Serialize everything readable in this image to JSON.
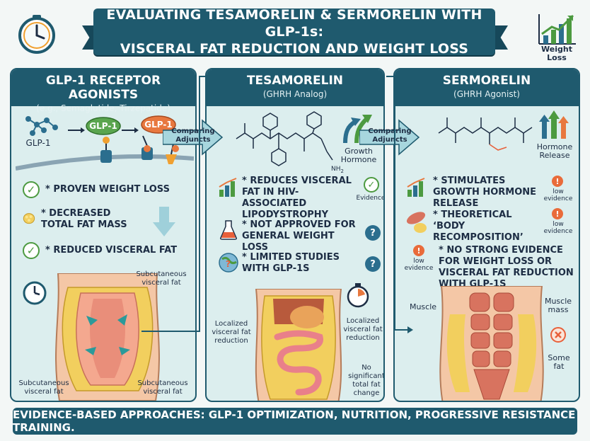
{
  "header": {
    "title_line1": "EVALUATING TESAMORELIN & SERMORELIN WITH GLP-1s:",
    "title_line2": "VISCERAL FAT REDUCTION AND WEIGHT LOSS",
    "chart_icon_label": "Weight Loss"
  },
  "connectors": {
    "comparing1": "Comparing Adjuncts",
    "comparing2": "Comparing Adjuncts"
  },
  "glp1": {
    "title": "GLP-1 RECEPTOR AGONISTS",
    "subtitle": "(e.g., Semaglutide, Tirzepatide)",
    "molecule_label": "GLP-1",
    "receptor_label_1": "GLP-1",
    "receptor_label_2": "GLP-1",
    "bullets": [
      "* PROVEN WEIGHT LOSS",
      "* DECREASED TOTAL FAT MASS",
      "* REDUCED VISCERAL FAT"
    ],
    "label_top_right": "Subcutaneous visceral fat",
    "label_bottom_left": "Subcutaneous visceral fat",
    "label_bottom_right": "Subcutaneous visceral fat"
  },
  "tesamorelin": {
    "title": "TESAMORELIN",
    "subtitle": "(GHRH Analog)",
    "gh_label": "Growth Hormone",
    "nh2": "NH",
    "bullets": [
      "* REDUCES VISCERAL FAT IN HIV-ASSOCIATED LIPODYSTROPHY",
      "* NOT APPROVED FOR GENERAL WEIGHT LOSS",
      "* LIMITED STUDIES WITH GLP-1s"
    ],
    "evidence_label": "Evidence",
    "q1": "?",
    "q2": "?",
    "label_left": "Localized visceral fat reduction",
    "label_right": "Localized visceral fat reduction",
    "label_bottom": "No significant total fat change"
  },
  "sermorelin": {
    "title": "SERMORELIN",
    "subtitle": "(GHRH Agonist)",
    "hr_label": "Hormone Release",
    "bullets": [
      "* STIMULATES GROWTH HORMONE RELEASE",
      "* THEORETICAL ‘BODY RECOMPOSITION’",
      "* NO STRONG EVIDENCE FOR WEIGHT LOSS OR VISCERAL FAT REDUCTION WITH GLP-1s"
    ],
    "low1": "low evidence",
    "low2": "low evidence",
    "low3": "low evidence",
    "excl": "!",
    "label_muscle": "Muscle",
    "label_muscle_mass": "Muscle mass",
    "label_some_fat": "Some fat"
  },
  "footer": {
    "text": "EVIDENCE-BASED APPROACHES: GLP-1 OPTIMIZATION, NUTRITION, PROGRESSIVE RESISTANCE TRAINING."
  },
  "colors": {
    "navy": "#1f5a6e",
    "panel": "#dceeee",
    "green": "#4c9a40",
    "orange": "#e96b3a",
    "fat": "#f2cf5e",
    "muscle": "#d8735f"
  }
}
